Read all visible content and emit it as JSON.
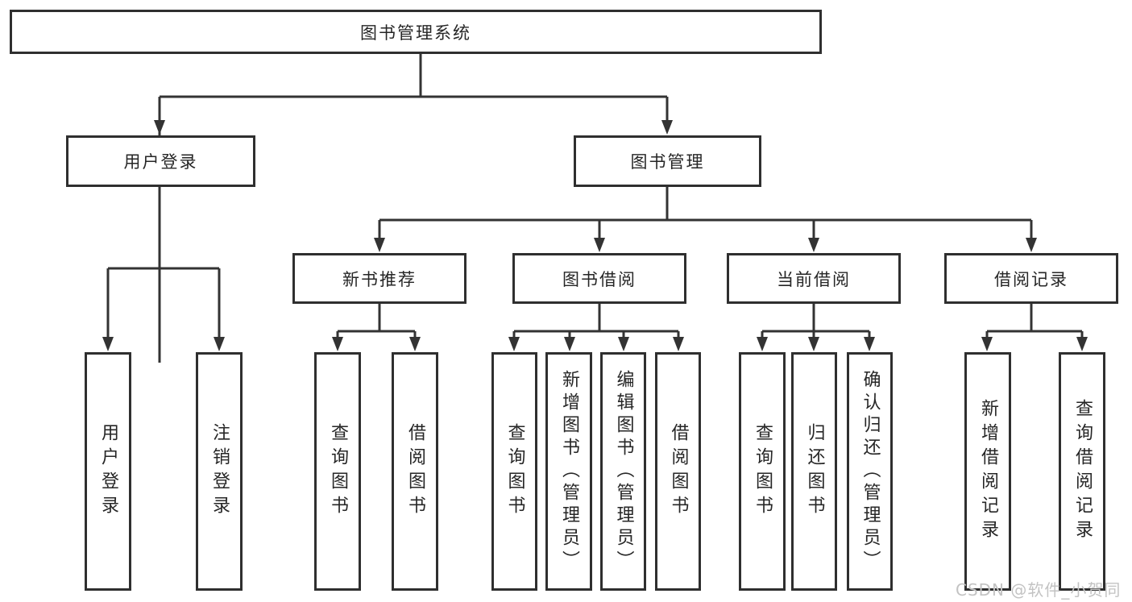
{
  "diagram": {
    "title": "图书管理系统",
    "level2": {
      "user_login": "用户登录",
      "book_mgmt": "图书管理"
    },
    "level3": {
      "new_books": "新书推荐",
      "book_borrow": "图书借阅",
      "current_borrow": "当前借阅",
      "borrow_records": "借阅记录"
    },
    "leaves": {
      "user_login": [
        "用户登录",
        "注销登录"
      ],
      "new_books": [
        "查询图书",
        "借阅图书"
      ],
      "book_borrow": [
        "查询图书",
        "新增图书（管理员）",
        "编辑图书（管理员）",
        "借阅图书"
      ],
      "current_borrow": [
        "查询图书",
        "归还图书",
        "确认归还（管理员）"
      ],
      "borrow_records": [
        "新增借阅记录",
        "查询借阅记录"
      ]
    }
  },
  "watermark": "CSDN @软件_小贺同学",
  "colors": {
    "line": "#333333",
    "border": "#2f2f2f",
    "text": "#262626",
    "watermark": "#c3c3c3",
    "background": "#ffffff"
  }
}
